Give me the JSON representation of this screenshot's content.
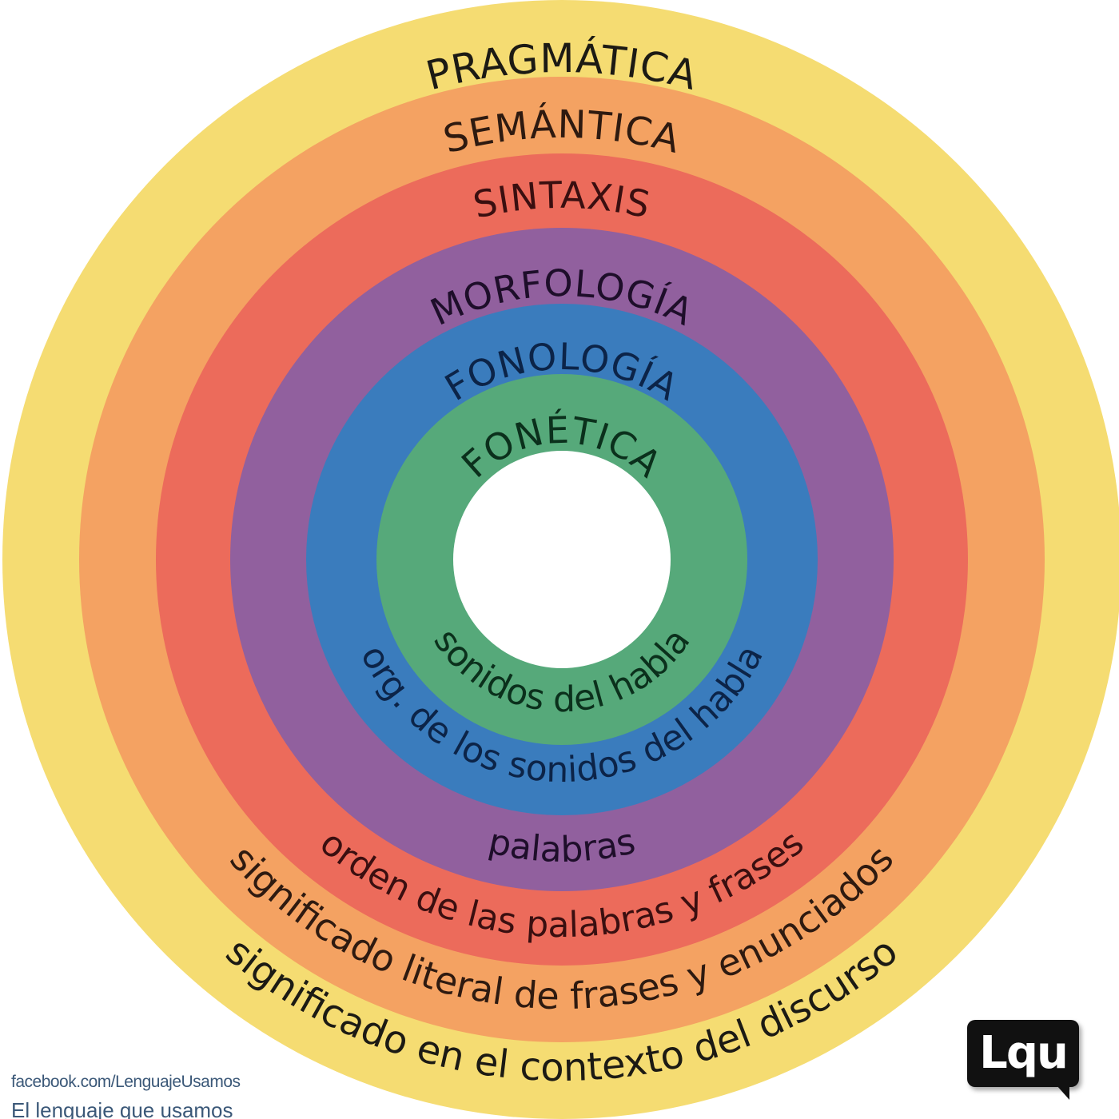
{
  "rings": [
    {
      "label": "PRAGMÁTICA",
      "description": "significado en el contexto del discurso",
      "color": "#f5dc72",
      "text_color": "#1c1a14"
    },
    {
      "label": "SEMÁNTICA",
      "description": "significado literal de frases y enunciados",
      "color": "#f4a262",
      "text_color": "#2e1a10"
    },
    {
      "label": "SINTAXIS",
      "description": "orden de las palabras y frases",
      "color": "#ec6b5b",
      "text_color": "#3a0f10"
    },
    {
      "label": "MORFOLOGÍA",
      "description": "palabras",
      "color": "#91609e",
      "text_color": "#1e0e2a"
    },
    {
      "label": "FONOLOGÍA",
      "description": "org. de los sonidos del habla",
      "color": "#3a7cbd",
      "text_color": "#0c2448"
    },
    {
      "label": "FONÉTICA",
      "description": "sonidos del habla",
      "color": "#56a97a",
      "text_color": "#0b301c"
    }
  ],
  "center_color": "#ffffff",
  "footer": {
    "facebook": "facebook.com/LenguajeUsamos",
    "brand": "El lenguaje que usamos"
  },
  "logo": "Lqu"
}
